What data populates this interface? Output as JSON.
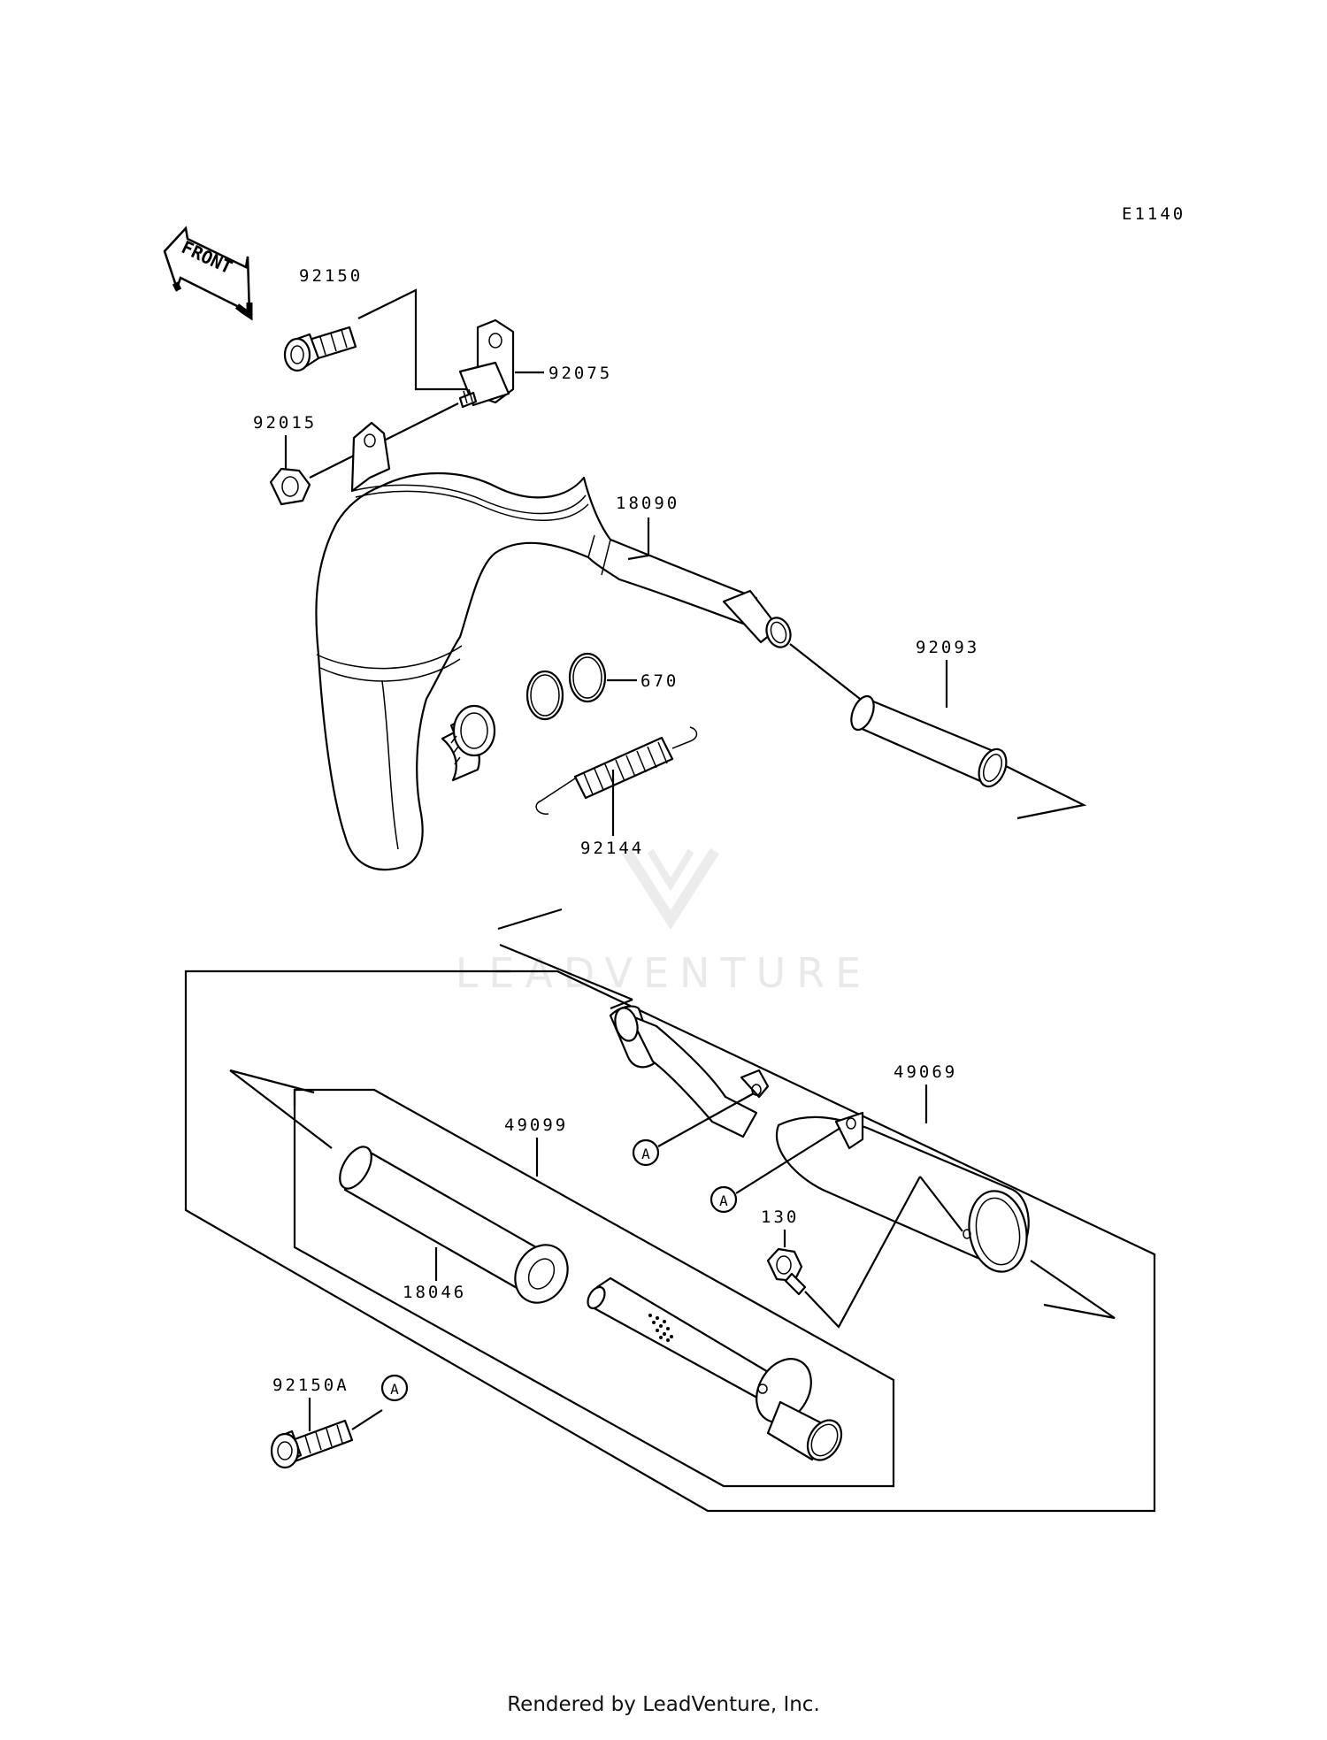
{
  "diagram": {
    "code": "E1140",
    "front_label": "FRONT",
    "watermark": "LEADVENTURE",
    "ref_marker": "A",
    "parts": [
      {
        "number": "92150"
      },
      {
        "number": "92075"
      },
      {
        "number": "92015"
      },
      {
        "number": "18090"
      },
      {
        "number": "92093"
      },
      {
        "number": "670"
      },
      {
        "number": "92144"
      },
      {
        "number": "49069"
      },
      {
        "number": "49099"
      },
      {
        "number": "130"
      },
      {
        "number": "18046"
      },
      {
        "number": "92150A"
      }
    ]
  },
  "footer": {
    "text": "Rendered by LeadVenture, Inc."
  },
  "colors": {
    "line": "#000000",
    "background": "#ffffff",
    "watermark": "#e9e9e9"
  }
}
